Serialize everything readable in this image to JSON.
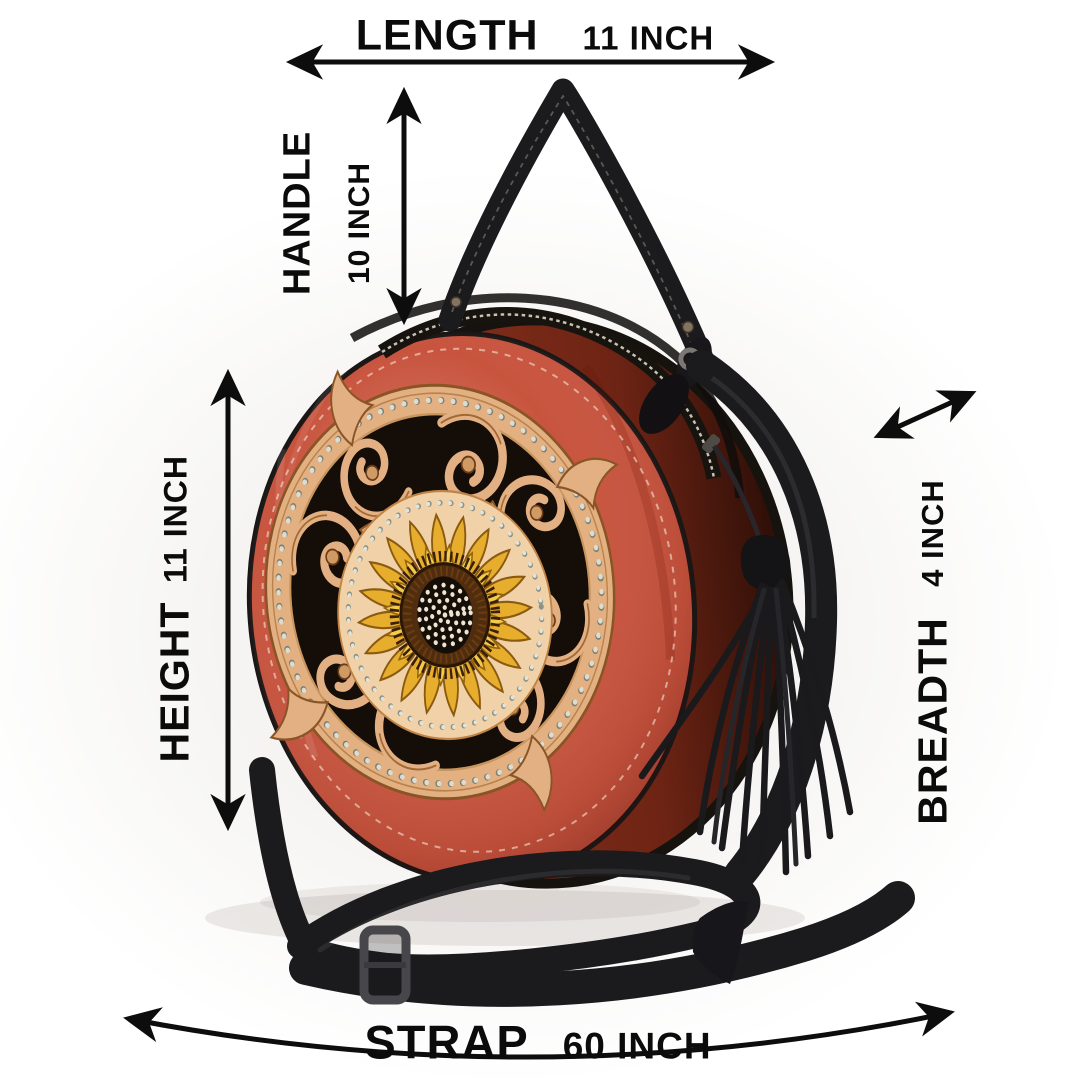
{
  "annotations": {
    "length": {
      "label": "LENGTH",
      "value": "11 INCH"
    },
    "handle": {
      "label": "HANDLE",
      "value": "10 INCH"
    },
    "height": {
      "label": "HEIGHT",
      "value": "11 INCH"
    },
    "breadth": {
      "label": "BREADTH",
      "value": "4 INCH"
    },
    "strap": {
      "label": "STRAP",
      "value": "60 INCH"
    }
  },
  "colors": {
    "arrow": "#0d0d0d",
    "text": "#0b0b0b",
    "bag_red": "#c8543e",
    "bag_red_deep": "#8e2f1e",
    "tooled_tan": "#e3b081",
    "tooled_tan_deep": "#a9703c",
    "carving_bg": "#150d07",
    "stud_silver": "#d7d8cc",
    "sunflower_yellow": "#e7ad2c",
    "sunflower_yellow_light": "#f2ca4c",
    "sunflower_brown": "#4f2d0e",
    "seed_dot_cream": "#ece4d0",
    "leather_black": "#1b1a1d",
    "hardware_gray": "#a3a09b"
  }
}
